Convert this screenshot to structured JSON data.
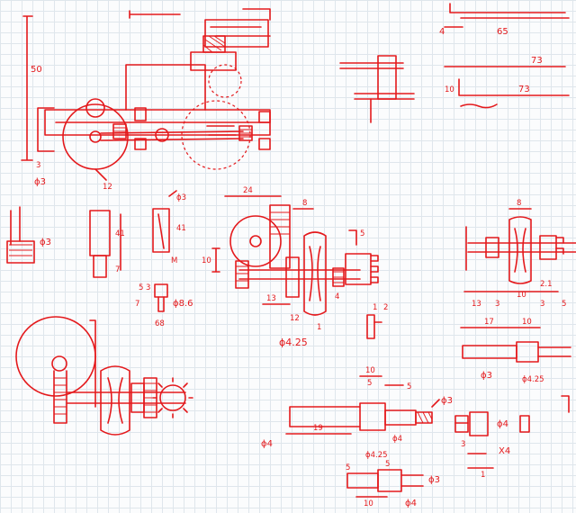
{
  "colors": {
    "ink": "#e4191c",
    "paper": "#fbfcfd",
    "grid": "#dfe6ec"
  },
  "labels": {
    "top_left_height": "50",
    "top_left_small": "3",
    "top_left_dia": "ϕ3",
    "wheel_dia_note": "12",
    "top_right_width": "65",
    "top_right_mark": "4",
    "top_right_len_1": "73",
    "top_right_len_2": "73",
    "top_right_small": "10",
    "pin_dia": "ϕ3",
    "block_height": "41",
    "block_small": "7",
    "bracket_dia": "ϕ3",
    "bracket_height": "41",
    "bracket_mark": "M",
    "height_10": "10",
    "screw_top_a": "5",
    "screw_top_b": "3",
    "screw_side": "7",
    "screw_dia": "ϕ8.6",
    "screw_bottom": "68",
    "pulley_width": "24",
    "pulley_gap": "8",
    "pulley_note_5": "5",
    "pulley_note_4": "4",
    "pulley_len_13": "13",
    "pulley_note_12": "12",
    "pulley_note_1": "1",
    "pulley_dia": "ϕ4.25",
    "small_part_a": "1",
    "small_part_b": "2",
    "spool_top": "8",
    "spool_13": "13",
    "spool_3": "3",
    "spool_10": "10",
    "spool_21": "2.1",
    "spool_3b": "3",
    "spool_5": "5",
    "shaft_17": "17",
    "shaft_10": "10",
    "shaft_dia3": "ϕ3",
    "shaft_dia425": "ϕ4.25",
    "rod_10": "10",
    "rod_5": "5",
    "rod_5b": "5",
    "rod_dia3": "ϕ3",
    "rod_dia4_left": "ϕ4",
    "rod_19": "19",
    "rod_dia4": "ϕ4",
    "rod_dia425": "ϕ4.25",
    "bush_dia4": "ϕ4",
    "bush_3": "3",
    "bush_qty": "X4",
    "bush_1": "1",
    "pin_5a": "5",
    "pin_5b": "5",
    "pin_dia3": "ϕ3",
    "pin_10": "10",
    "pin_dia4": "ϕ4"
  }
}
